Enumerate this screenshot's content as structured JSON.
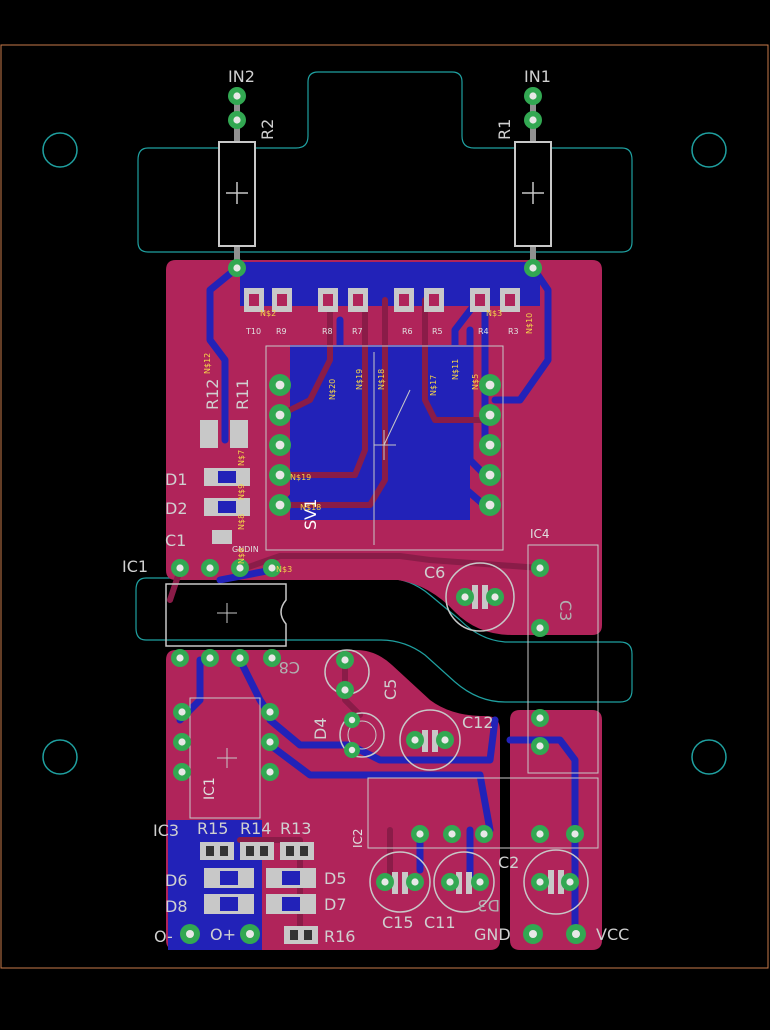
{
  "colors": {
    "background": "#000000",
    "board_outline": "#c87a4a",
    "mill_outline": "#1fa0a0",
    "top_copper": "#b0245a",
    "bottom_copper": "#2222b8",
    "pad": "#32a852",
    "silk": "#d0d0d0"
  },
  "labels": {
    "in2": "IN2",
    "in1": "IN1",
    "r2": "R2",
    "r1": "R1",
    "r12": "R12",
    "r11": "R11",
    "d1": "D1",
    "d2": "D2",
    "c1": "C1",
    "ic1": "IC1",
    "c6": "C6",
    "c5": "C5",
    "d4": "D4",
    "c12": "C12",
    "sv1": "SV1",
    "ic4": "IC4",
    "ic3": "IC3",
    "r15": "R15",
    "r14": "R14",
    "r13": "R13",
    "d6": "D6",
    "d5": "D5",
    "d8": "D8",
    "d7": "D7",
    "r16": "R16",
    "o_minus": "O-",
    "o_plus": "O+",
    "gnd": "GND",
    "vcc": "VCC",
    "c15": "C15",
    "c11": "C11",
    "c2": "C2",
    "ic2": "IC2",
    "d3": "D3",
    "c8": "C8",
    "c3": "C3",
    "ic1b": "IC1"
  },
  "tiny": {
    "t10": "T10",
    "r9": "R9",
    "r8": "R8",
    "r7": "R7",
    "r6": "R6",
    "r5": "R5",
    "r4": "R4",
    "r3": "R3",
    "n2": "N$2",
    "n3": "N$3",
    "n12": "N$12",
    "n20": "N$20",
    "n19": "N$19",
    "n18": "N$18",
    "n17": "N$17",
    "n11": "N$11",
    "n5": "N$5",
    "n10": "N$10",
    "n7": "N$7",
    "n19b": "N$19",
    "n18b": "N$18",
    "n9": "N$9",
    "n8": "N$8",
    "gndin": "GNDIN",
    "n6": "N$6",
    "n3b": "N$3"
  }
}
